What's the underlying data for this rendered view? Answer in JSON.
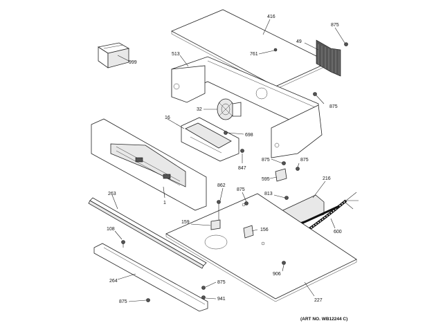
{
  "callouts": {
    "c416": "416",
    "c875a": "875",
    "c49": "49",
    "c999": "999",
    "c513": "513",
    "c761": "761",
    "c875b": "875",
    "c32": "32",
    "c16": "16",
    "c698": "698",
    "c847": "847",
    "c875c": "875",
    "c875d": "875",
    "c595": "595",
    "c216": "216",
    "c263": "263",
    "c1": "1",
    "c862": "862",
    "c875e": "875",
    "c813": "813",
    "c159": "159",
    "c156": "156",
    "c600": "600",
    "c108": "108",
    "c906": "906",
    "c264": "264",
    "c875f": "875",
    "c941": "941",
    "c875g": "875",
    "c227": "227"
  },
  "art_number": "(ART NO. WB12244 C)"
}
